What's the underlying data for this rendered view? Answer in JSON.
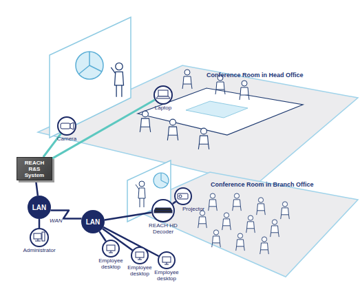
{
  "diagram": {
    "nodes": [
      {
        "text": [
          "Laptop"
        ]
      },
      {
        "text": [
          "Camera"
        ]
      },
      {
        "text": [
          "REACH R&S System"
        ]
      },
      {
        "text": [
          "LAN"
        ]
      },
      {
        "text": [
          "Administrator"
        ]
      },
      {
        "text": [
          "LAN"
        ]
      },
      {
        "text": [
          "Projector"
        ]
      },
      {
        "text": [
          "REACH HD Decoder"
        ]
      },
      {
        "text": [
          "Employee desktop"
        ]
      },
      {
        "text": [
          "Employee desktop"
        ]
      },
      {
        "text": [
          "Employee desktop"
        ]
      }
    ],
    "edges": [
      {
        "from": 1,
        "to": 2,
        "arrow": "none"
      },
      {
        "from": 0,
        "to": 2,
        "arrow": "none"
      },
      {
        "from": 2,
        "to": 3,
        "arrow": "none"
      },
      {
        "from": 3,
        "to": 4,
        "arrow": "none"
      },
      {
        "from": 3,
        "to": 5,
        "label": "WAN",
        "arrow": "none"
      },
      {
        "from": 5,
        "to": 7,
        "arrow": "none"
      },
      {
        "from": 7,
        "to": 6,
        "arrow": "none"
      },
      {
        "from": 5,
        "to": 8,
        "arrow": "none"
      },
      {
        "from": 5,
        "to": 9,
        "arrow": "none"
      },
      {
        "from": 5,
        "to": 10,
        "arrow": "none"
      }
    ],
    "labels": [
      "Conference Room in Head Office",
      "Conference Room in Branch Office"
    ]
  }
}
